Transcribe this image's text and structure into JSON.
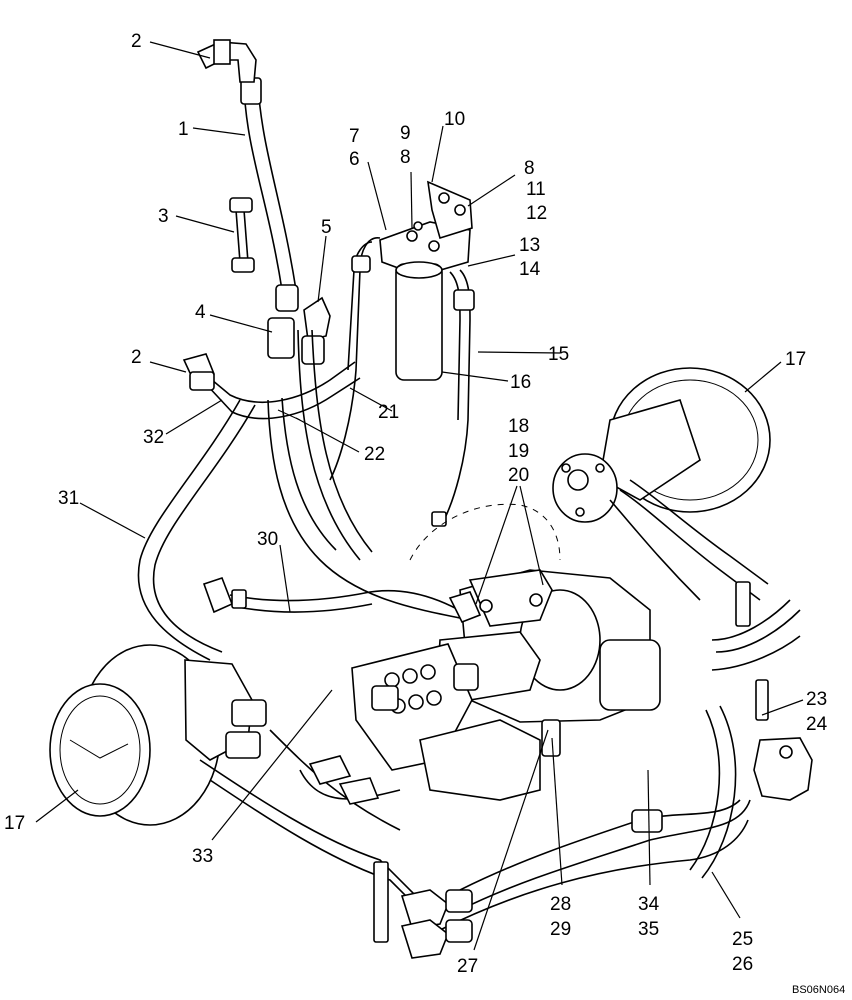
{
  "diagram": {
    "callouts": [
      {
        "id": "c1",
        "text": "1"
      },
      {
        "id": "c2a",
        "text": "2"
      },
      {
        "id": "c2b",
        "text": "2"
      },
      {
        "id": "c3",
        "text": "3"
      },
      {
        "id": "c4",
        "text": "4"
      },
      {
        "id": "c5",
        "text": "5"
      },
      {
        "id": "c6",
        "text": "6"
      },
      {
        "id": "c7",
        "text": "7"
      },
      {
        "id": "c8a",
        "text": "8"
      },
      {
        "id": "c8b",
        "text": "8"
      },
      {
        "id": "c9",
        "text": "9"
      },
      {
        "id": "c10",
        "text": "10"
      },
      {
        "id": "c11",
        "text": "11"
      },
      {
        "id": "c12",
        "text": "12"
      },
      {
        "id": "c13",
        "text": "13"
      },
      {
        "id": "c14",
        "text": "14"
      },
      {
        "id": "c15",
        "text": "15"
      },
      {
        "id": "c16",
        "text": "16"
      },
      {
        "id": "c17a",
        "text": "17"
      },
      {
        "id": "c17b",
        "text": "17"
      },
      {
        "id": "c18",
        "text": "18"
      },
      {
        "id": "c19",
        "text": "19"
      },
      {
        "id": "c20",
        "text": "20"
      },
      {
        "id": "c21",
        "text": "21"
      },
      {
        "id": "c22",
        "text": "22"
      },
      {
        "id": "c23",
        "text": "23"
      },
      {
        "id": "c24",
        "text": "24"
      },
      {
        "id": "c25",
        "text": "25"
      },
      {
        "id": "c26",
        "text": "26"
      },
      {
        "id": "c27",
        "text": "27"
      },
      {
        "id": "c28",
        "text": "28"
      },
      {
        "id": "c29",
        "text": "29"
      },
      {
        "id": "c30",
        "text": "30"
      },
      {
        "id": "c31",
        "text": "31"
      },
      {
        "id": "c32",
        "text": "32"
      },
      {
        "id": "c33",
        "text": "33"
      },
      {
        "id": "c34",
        "text": "34"
      },
      {
        "id": "c35",
        "text": "35"
      }
    ],
    "drawing_code": "BS06N064"
  }
}
